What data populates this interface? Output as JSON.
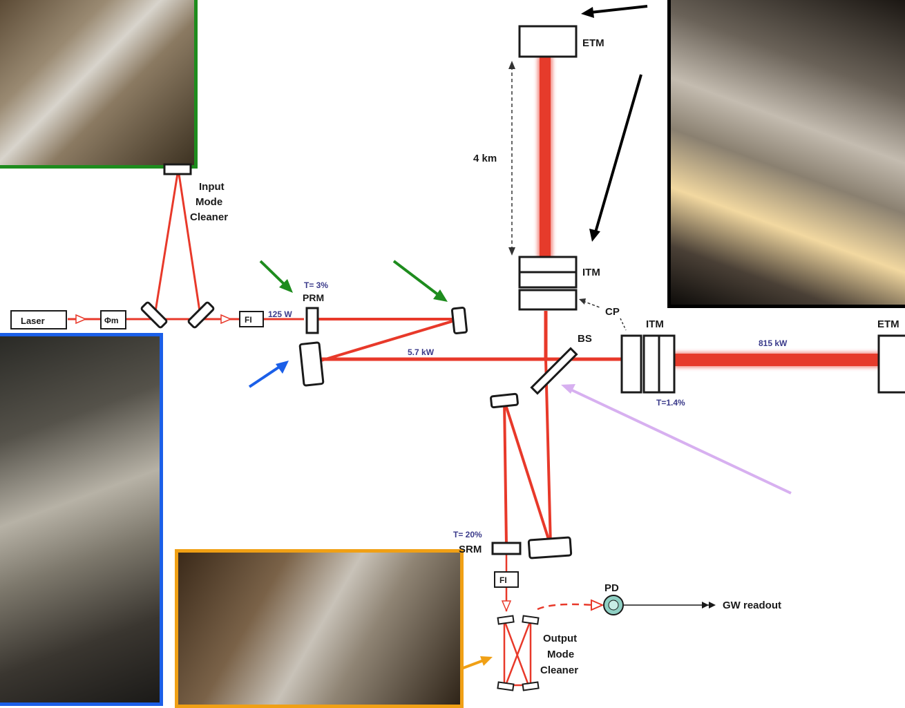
{
  "labels": {
    "laser": "Laser",
    "phase_mod": "Φm",
    "fi_input": "FI",
    "fi_output": "FI",
    "input_mode_cleaner": [
      "Input",
      "Mode",
      "Cleaner"
    ],
    "output_mode_cleaner": [
      "Output",
      "Mode",
      "Cleaner"
    ],
    "prm_t": "T= 3%",
    "prm": "PRM",
    "power_prm": "125 W",
    "power_recycling": "5.7 kW",
    "power_arm": "815 kW",
    "etm_top": "ETM",
    "itm_top": "ITM",
    "cp": "CP",
    "bs": "BS",
    "itm_right": "ITM",
    "etm_right": "ETM",
    "itm_right_t": "T=1.4%",
    "arm_length": "4 km",
    "srm_t": "T= 20%",
    "srm": "SRM",
    "pd": "PD",
    "gw_readout": "GW readout"
  },
  "colors": {
    "beam": "#e8392a",
    "green_border": "#1e8c1e",
    "blue_border": "#1b5fe8",
    "orange_border": "#f0a015",
    "black_border": "#000000",
    "lavender_arrow": "#d7b0f0",
    "power_text": "#3a3a8a"
  }
}
